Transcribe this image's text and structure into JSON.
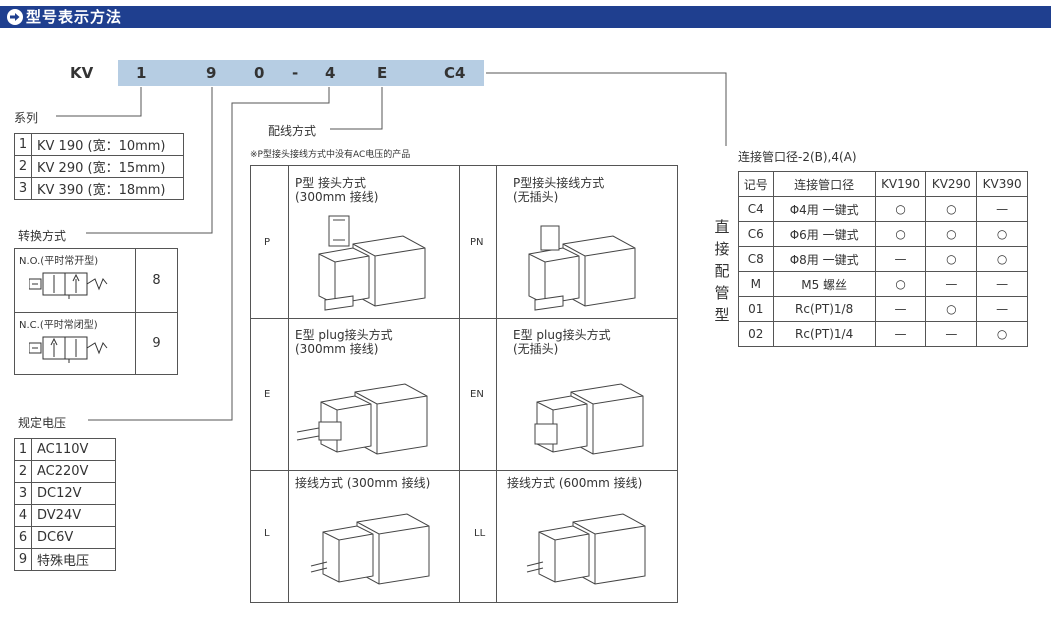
{
  "header": {
    "title": "型号表示方法"
  },
  "model_code": {
    "prefix": "KV",
    "chars": [
      "1",
      "9",
      "0",
      "-",
      "4",
      "E",
      "C4"
    ]
  },
  "series": {
    "heading": "系列",
    "rows": [
      {
        "num": "1",
        "label": "KV 190 (宽：10mm)"
      },
      {
        "num": "2",
        "label": "KV 290 (宽：15mm)"
      },
      {
        "num": "3",
        "label": "KV 390 (宽：18mm)"
      }
    ]
  },
  "switching": {
    "heading": "转换方式",
    "rows": [
      {
        "label": "N.O.(平时常开型)",
        "value": "8"
      },
      {
        "label": "N.C.(平时常闭型)",
        "value": "9"
      }
    ]
  },
  "voltage": {
    "heading": "规定电压",
    "rows": [
      {
        "num": "1",
        "label": "AC110V"
      },
      {
        "num": "2",
        "label": "AC220V"
      },
      {
        "num": "3",
        "label": "DC12V"
      },
      {
        "num": "4",
        "label": "DV24V"
      },
      {
        "num": "6",
        "label": "DC6V"
      },
      {
        "num": "9",
        "label": "特殊电压"
      }
    ]
  },
  "wiring": {
    "heading": "配线方式",
    "note": "※P型接头接线方式中没有AC电压的产品",
    "cells": [
      {
        "code": "P",
        "desc1": "P型 接头方式",
        "desc2": "(300mm 接线)"
      },
      {
        "code": "PN",
        "desc1": "P型接头接线方式",
        "desc2": "(无插头)"
      },
      {
        "code": "E",
        "desc1": "E型 plug接头方式",
        "desc2": "(300mm 接线)"
      },
      {
        "code": "EN",
        "desc1": "E型 plug接头方式",
        "desc2": "(无插头)"
      },
      {
        "code": "L",
        "desc1": "接线方式 (300mm 接线)",
        "desc2": ""
      },
      {
        "code": "LL",
        "desc1": "接线方式 (600mm 接线)",
        "desc2": ""
      }
    ]
  },
  "pipe": {
    "heading": "连接管口径-2(B),4(A)",
    "vertical_label": "直接配管型",
    "columns": [
      "记号",
      "连接管口径",
      "KV190",
      "KV290",
      "KV390"
    ],
    "rows": [
      {
        "code": "C4",
        "size": "Φ4用 一键式",
        "v": [
          "○",
          "○",
          "—"
        ]
      },
      {
        "code": "C6",
        "size": "Φ6用 一键式",
        "v": [
          "○",
          "○",
          "○"
        ]
      },
      {
        "code": "C8",
        "size": "Φ8用 一键式",
        "v": [
          "—",
          "○",
          "○"
        ]
      },
      {
        "code": "M",
        "size": "M5 螺丝",
        "v": [
          "○",
          "—",
          "—"
        ]
      },
      {
        "code": "01",
        "size": "Rc(PT)1/8",
        "v": [
          "—",
          "○",
          "—"
        ]
      },
      {
        "code": "02",
        "size": "Rc(PT)1/4",
        "v": [
          "—",
          "—",
          "○"
        ]
      }
    ]
  }
}
